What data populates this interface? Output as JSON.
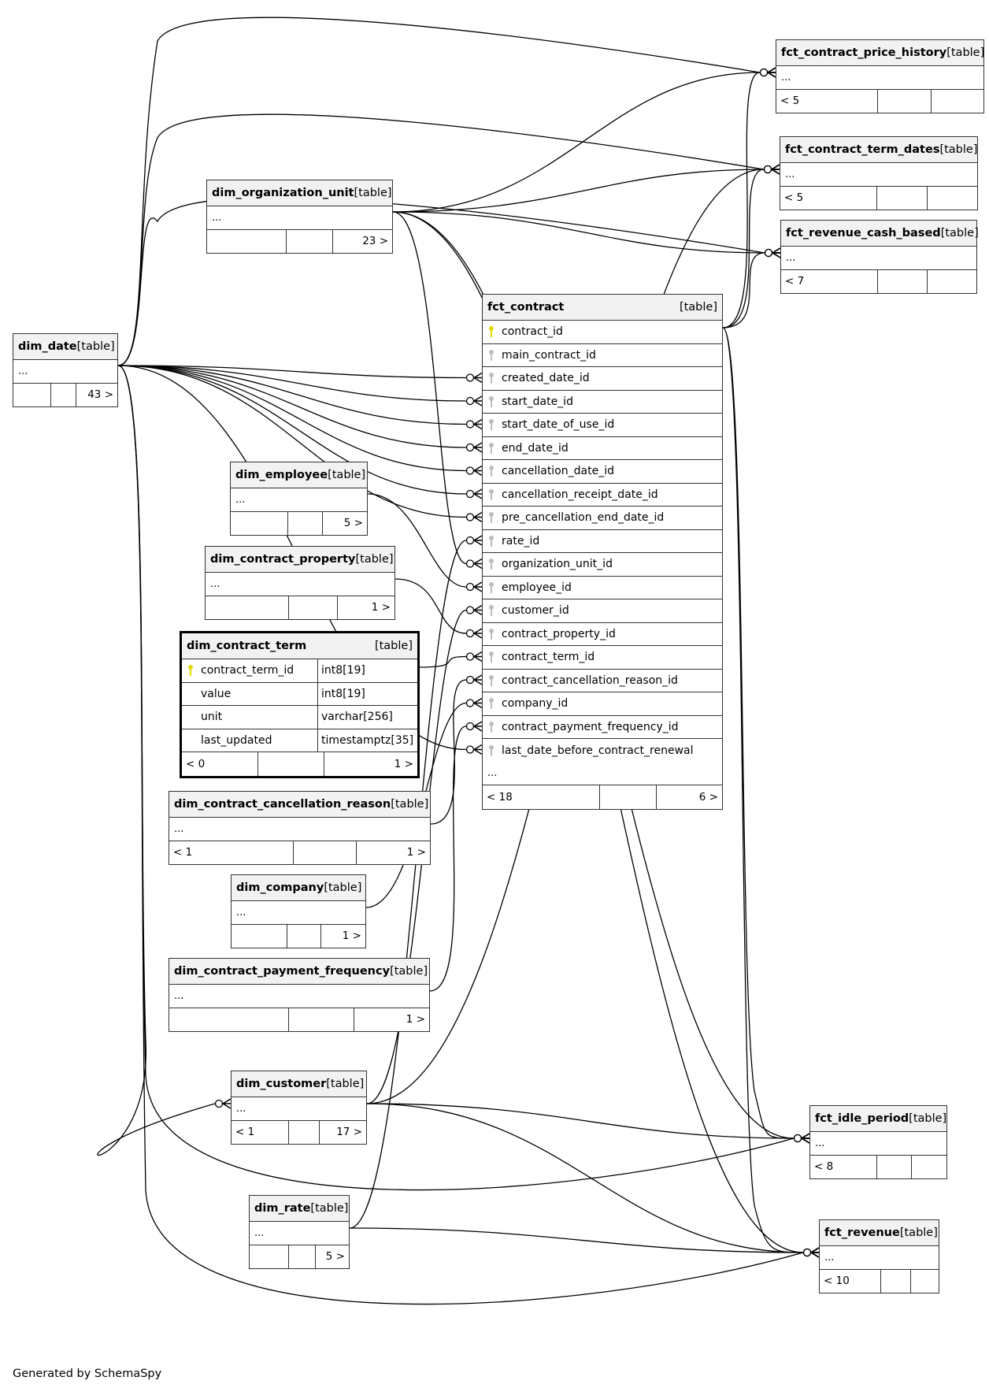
{
  "footer": "Generated by SchemaSpy",
  "colors": {
    "pk_key": "#e3d800",
    "fk_key": "#bdbdbd",
    "header_bg": "#f2f2f2",
    "line": "#000000"
  },
  "tables": {
    "fct_contract_price_history": {
      "name": "fct_contract_price_history",
      "kind": "[table]",
      "ellipsis": "...",
      "footer": [
        "< 5",
        "",
        ""
      ]
    },
    "fct_contract_term_dates": {
      "name": "fct_contract_term_dates",
      "kind": "[table]",
      "ellipsis": "...",
      "footer": [
        "< 5",
        "",
        ""
      ]
    },
    "fct_revenue_cash_based": {
      "name": "fct_revenue_cash_based",
      "kind": "[table]",
      "ellipsis": "...",
      "footer": [
        "< 7",
        "",
        ""
      ]
    },
    "dim_organization_unit": {
      "name": "dim_organization_unit",
      "kind": "[table]",
      "ellipsis": "...",
      "footer": [
        "",
        "",
        "23 >"
      ]
    },
    "dim_date": {
      "name": "dim_date",
      "kind": "[table]",
      "ellipsis": "...",
      "footer": [
        "",
        "",
        "43 >"
      ]
    },
    "dim_employee": {
      "name": "dim_employee",
      "kind": "[table]",
      "ellipsis": "...",
      "footer": [
        "",
        "",
        "5 >"
      ]
    },
    "dim_contract_property": {
      "name": "dim_contract_property",
      "kind": "[table]",
      "ellipsis": "...",
      "footer": [
        "",
        "",
        "1 >"
      ]
    },
    "dim_contract_term": {
      "name": "dim_contract_term",
      "kind": "[table]",
      "columns": [
        {
          "name": "contract_term_id",
          "type": "int8[19]",
          "key": "pk"
        },
        {
          "name": "value",
          "type": "int8[19]",
          "key": ""
        },
        {
          "name": "unit",
          "type": "varchar[256]",
          "key": ""
        },
        {
          "name": "last_updated",
          "type": "timestamptz[35]",
          "key": ""
        }
      ],
      "footer": [
        "< 0",
        "",
        "1 >"
      ]
    },
    "dim_contract_cancellation_reason": {
      "name": "dim_contract_cancellation_reason",
      "kind": "[table]",
      "ellipsis": "...",
      "footer": [
        "< 1",
        "",
        "1 >"
      ]
    },
    "dim_company": {
      "name": "dim_company",
      "kind": "[table]",
      "ellipsis": "...",
      "footer": [
        "",
        "",
        "1 >"
      ]
    },
    "dim_contract_payment_frequency": {
      "name": "dim_contract_payment_frequency",
      "kind": "[table]",
      "ellipsis": "...",
      "footer": [
        "",
        "",
        "1 >"
      ]
    },
    "dim_customer": {
      "name": "dim_customer",
      "kind": "[table]",
      "ellipsis": "...",
      "footer": [
        "< 1",
        "",
        "17 >"
      ]
    },
    "dim_rate": {
      "name": "dim_rate",
      "kind": "[table]",
      "ellipsis": "...",
      "footer": [
        "",
        "",
        "5 >"
      ]
    },
    "fct_idle_period": {
      "name": "fct_idle_period",
      "kind": "[table]",
      "ellipsis": "...",
      "footer": [
        "< 8",
        "",
        ""
      ]
    },
    "fct_revenue": {
      "name": "fct_revenue",
      "kind": "[table]",
      "ellipsis": "...",
      "footer": [
        "< 10",
        "",
        ""
      ]
    },
    "fct_contract": {
      "name": "fct_contract",
      "kind": "[table]",
      "columns": [
        {
          "name": "contract_id",
          "key": "pk"
        },
        {
          "name": "main_contract_id",
          "key": "fk"
        },
        {
          "name": "created_date_id",
          "key": "fk"
        },
        {
          "name": "start_date_id",
          "key": "fk"
        },
        {
          "name": "start_date_of_use_id",
          "key": "fk"
        },
        {
          "name": "end_date_id",
          "key": "fk"
        },
        {
          "name": "cancellation_date_id",
          "key": "fk"
        },
        {
          "name": "cancellation_receipt_date_id",
          "key": "fk"
        },
        {
          "name": "pre_cancellation_end_date_id",
          "key": "fk"
        },
        {
          "name": "rate_id",
          "key": "fk"
        },
        {
          "name": "organization_unit_id",
          "key": "fk"
        },
        {
          "name": "employee_id",
          "key": "fk"
        },
        {
          "name": "customer_id",
          "key": "fk"
        },
        {
          "name": "contract_property_id",
          "key": "fk"
        },
        {
          "name": "contract_term_id",
          "key": "fk"
        },
        {
          "name": "contract_cancellation_reason_id",
          "key": "fk"
        },
        {
          "name": "company_id",
          "key": "fk"
        },
        {
          "name": "contract_payment_frequency_id",
          "key": "fk"
        },
        {
          "name": "last_date_before_contract_renewal",
          "key": "fk"
        }
      ],
      "ellipsis": "...",
      "footer": [
        "< 18",
        "",
        "6 >"
      ]
    }
  },
  "relationships": [
    {
      "from": "dim_date",
      "to": "fct_contract",
      "column": "created_date_id"
    },
    {
      "from": "dim_date",
      "to": "fct_contract",
      "column": "start_date_id"
    },
    {
      "from": "dim_date",
      "to": "fct_contract",
      "column": "start_date_of_use_id"
    },
    {
      "from": "dim_date",
      "to": "fct_contract",
      "column": "end_date_id"
    },
    {
      "from": "dim_date",
      "to": "fct_contract",
      "column": "cancellation_date_id"
    },
    {
      "from": "dim_date",
      "to": "fct_contract",
      "column": "cancellation_receipt_date_id"
    },
    {
      "from": "dim_date",
      "to": "fct_contract",
      "column": "pre_cancellation_end_date_id"
    },
    {
      "from": "dim_date",
      "to": "fct_contract",
      "column": "last_date_before_contract_renewal"
    },
    {
      "from": "dim_rate",
      "to": "fct_contract",
      "column": "rate_id"
    },
    {
      "from": "dim_organization_unit",
      "to": "fct_contract",
      "column": "organization_unit_id"
    },
    {
      "from": "dim_employee",
      "to": "fct_contract",
      "column": "employee_id"
    },
    {
      "from": "dim_customer",
      "to": "fct_contract",
      "column": "customer_id"
    },
    {
      "from": "dim_contract_property",
      "to": "fct_contract",
      "column": "contract_property_id"
    },
    {
      "from": "dim_contract_term",
      "to": "fct_contract",
      "column": "contract_term_id"
    },
    {
      "from": "dim_contract_cancellation_reason",
      "to": "fct_contract",
      "column": "contract_cancellation_reason_id"
    },
    {
      "from": "dim_company",
      "to": "fct_contract",
      "column": "company_id"
    },
    {
      "from": "dim_contract_payment_frequency",
      "to": "fct_contract",
      "column": "contract_payment_frequency_id"
    },
    {
      "from": "dim_date",
      "to": "dim_customer"
    },
    {
      "from": "dim_date",
      "to": "fct_contract_price_history"
    },
    {
      "from": "dim_date",
      "to": "fct_contract_term_dates"
    },
    {
      "from": "dim_date",
      "to": "fct_revenue_cash_based"
    },
    {
      "from": "dim_date",
      "to": "fct_idle_period"
    },
    {
      "from": "dim_date",
      "to": "fct_revenue"
    },
    {
      "from": "dim_organization_unit",
      "to": "fct_contract_price_history"
    },
    {
      "from": "dim_organization_unit",
      "to": "fct_contract_term_dates"
    },
    {
      "from": "dim_organization_unit",
      "to": "fct_revenue_cash_based"
    },
    {
      "from": "dim_organization_unit",
      "to": "fct_idle_period"
    },
    {
      "from": "dim_organization_unit",
      "to": "fct_revenue"
    },
    {
      "from": "fct_contract",
      "to": "fct_contract_price_history"
    },
    {
      "from": "fct_contract",
      "to": "fct_contract_term_dates"
    },
    {
      "from": "fct_contract",
      "to": "fct_revenue_cash_based"
    },
    {
      "from": "fct_contract",
      "to": "fct_idle_period"
    },
    {
      "from": "fct_contract",
      "to": "fct_revenue"
    },
    {
      "from": "dim_customer",
      "to": "fct_contract_term_dates"
    },
    {
      "from": "dim_customer",
      "to": "fct_idle_period"
    },
    {
      "from": "dim_customer",
      "to": "fct_revenue"
    },
    {
      "from": "dim_rate",
      "to": "fct_revenue"
    }
  ]
}
